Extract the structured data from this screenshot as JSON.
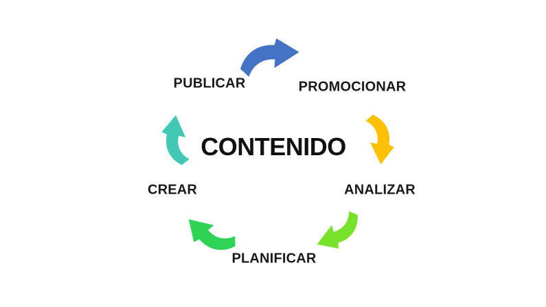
{
  "diagram": {
    "type": "cycle",
    "center_label": "CONTENIDO",
    "background_color": "#ffffff",
    "text_color": "#1a1a1a",
    "steps": [
      {
        "label": "PUBLICAR",
        "arrow_color": "#4472c4"
      },
      {
        "label": "PROMOCIONAR",
        "arrow_color": "#ffc000"
      },
      {
        "label": "ANALIZAR",
        "arrow_color": "#76e22a"
      },
      {
        "label": "PLANIFICAR",
        "arrow_color": "#2fd457"
      },
      {
        "label": "CREAR",
        "arrow_color": "#41c9b6"
      }
    ]
  }
}
